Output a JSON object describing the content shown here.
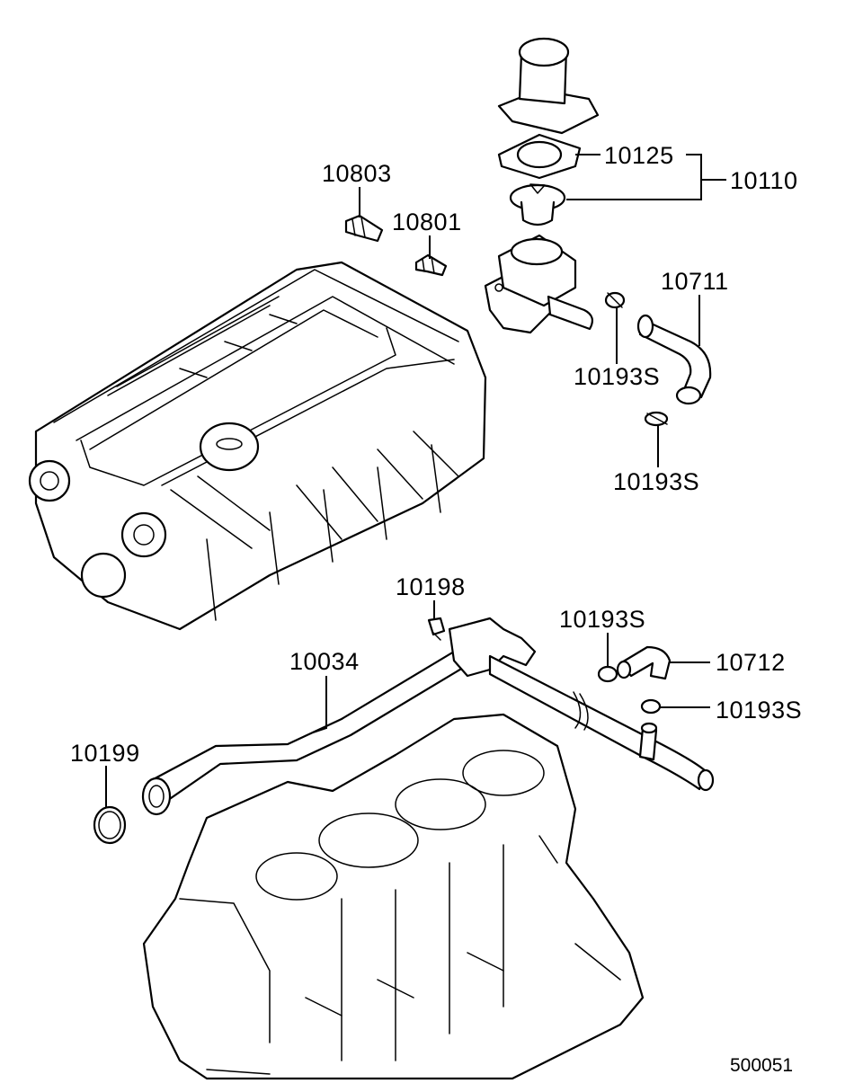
{
  "diagram": {
    "reference_code": "500051",
    "labels": {
      "thermostat_cover_gasket": "10125",
      "thermostat_assembly": "10110",
      "sensor_a": "10803",
      "sensor_b": "10801",
      "upper_hose": "10711",
      "clamp_upper_1": "10193S",
      "clamp_upper_2": "10193S",
      "bolt": "10198",
      "clamp_lower_1": "10193S",
      "lower_hose": "10712",
      "clamp_lower_2": "10193S",
      "water_pipe": "10034",
      "o_ring": "10199"
    }
  }
}
